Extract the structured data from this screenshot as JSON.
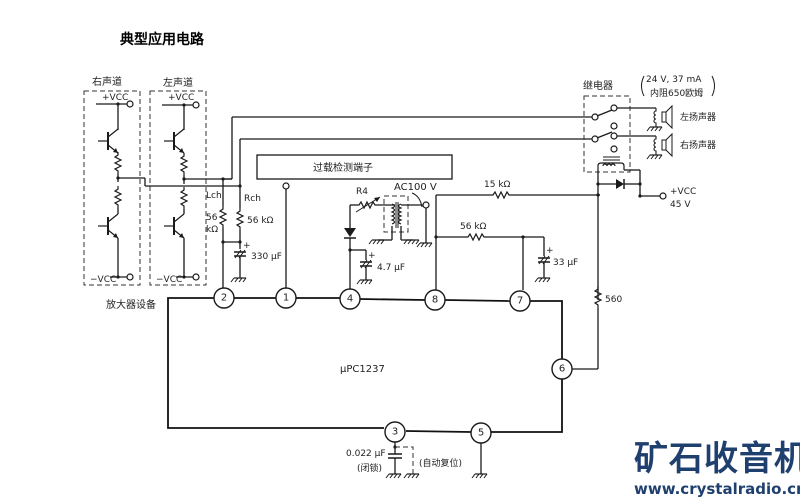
{
  "title": "典型应用电路",
  "amplifier": {
    "caption": "放大器设备",
    "right_channel_label": "右声道",
    "left_channel_label": "左声道",
    "vcc_pos": "+VCC",
    "vcc_neg": "−VCC"
  },
  "bias_network": {
    "lch_label": "Lch",
    "rch_label": "Rch",
    "lch_resistor": "56",
    "lch_resistor_unit": "kΩ",
    "rch_resistor": "56 kΩ",
    "capacitor": "330 μF"
  },
  "overload_terminal_label": "过载检测端子",
  "ac_section": {
    "r4_label": "R4",
    "ac_label": "AC100 V",
    "capacitor": "4.7 μF"
  },
  "pin8_network": {
    "r_top": "15 kΩ",
    "r_mid": "56 kΩ",
    "capacitor": "33 μF"
  },
  "relay": {
    "label": "继电器",
    "spec_line1": "24 V, 37 mA",
    "spec_line2": "内阻650欧姆",
    "left_speaker": "左扬声器",
    "right_speaker": "右扬声器",
    "vcc_label": "+VCC",
    "vcc_value": "45 V",
    "resistor_560": "560"
  },
  "ic": {
    "name": "μPC1237",
    "pins_top": [
      "2",
      "1",
      "4",
      "8",
      "7"
    ],
    "pin_right": "6",
    "pins_bottom": [
      "3",
      "5"
    ]
  },
  "pin3_network": {
    "capacitor": "0.022 μF",
    "latch_label": "(闭锁)",
    "auto_reset_label": "(自动复位)"
  },
  "watermark": {
    "name": "矿石收音机",
    "url": "www.crystalradio.cn",
    "color": "#1f3f6e"
  }
}
